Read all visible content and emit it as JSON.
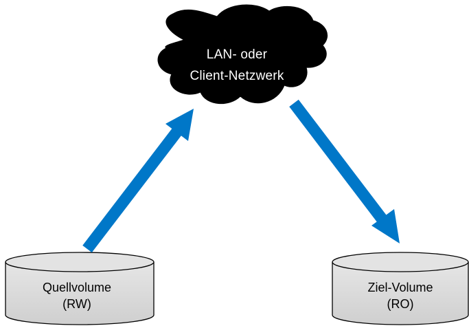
{
  "cloud": {
    "line1": "LAN- oder",
    "line2": "Client-Netzwerk"
  },
  "source_volume": {
    "name": "Quellvolume",
    "mode": "(RW)"
  },
  "target_volume": {
    "name": "Ziel-Volume",
    "mode": "(RO)"
  },
  "colors": {
    "arrow": "#0077c8",
    "cloud": "#000000",
    "disk_fill": "#d9d9d9",
    "outline": "#000000"
  }
}
